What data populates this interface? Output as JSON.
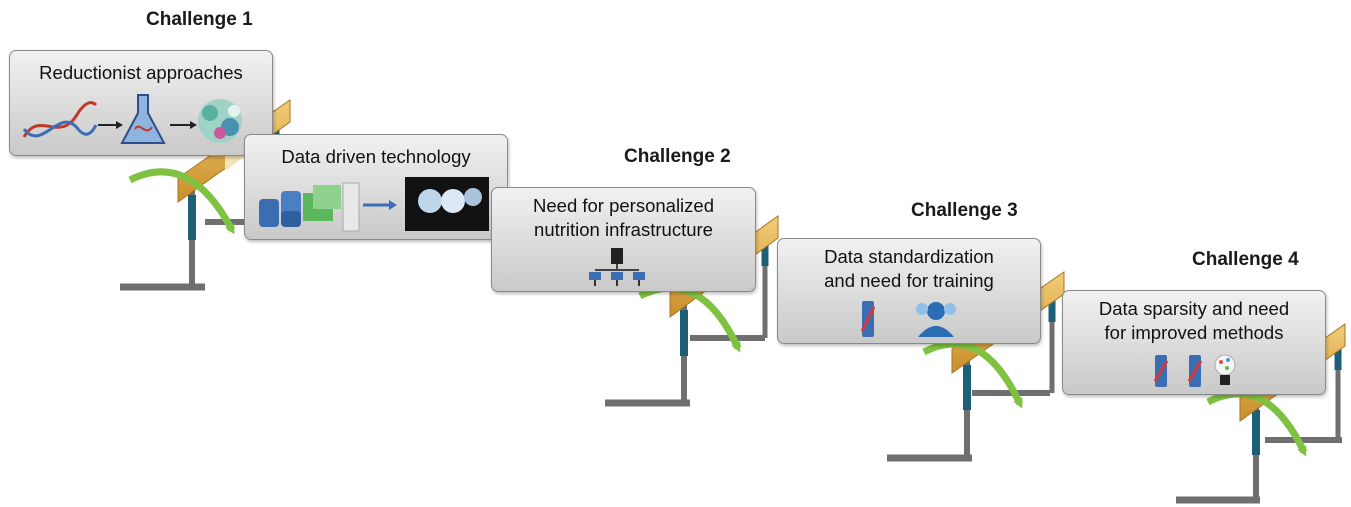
{
  "challenges": [
    {
      "label": "Challenge 1",
      "box_lines": [
        "Reductionist approaches"
      ]
    },
    {
      "label": "",
      "box_lines": [
        "Data driven technology"
      ]
    },
    {
      "label": "Challenge 2",
      "box_lines": [
        "Need for personalized",
        "nutrition infrastructure"
      ]
    },
    {
      "label": "Challenge 3",
      "box_lines": [
        "Data standardization",
        "and need for training"
      ]
    },
    {
      "label": "Challenge 4",
      "box_lines": [
        "Data sparsity and need",
        "for improved methods"
      ]
    }
  ],
  "colors": {
    "bar": "#e8b44a",
    "post": "#1e5f78",
    "leg": "#6f6f6f",
    "arrow": "#7fc241",
    "box_border": "#8a8a8a"
  },
  "icons": [
    "dna-icon",
    "flask-icon",
    "protein-icon",
    "database-icon",
    "document-icon",
    "screen-icon",
    "server-network-icon",
    "storage-icon",
    "people-icon",
    "lightbulb-icon"
  ]
}
